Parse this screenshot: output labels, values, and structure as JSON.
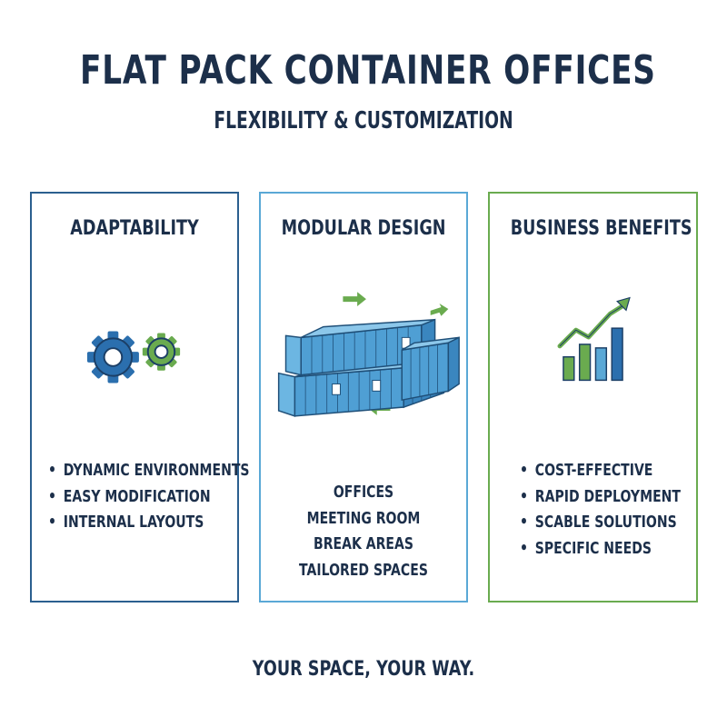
{
  "header": {
    "title": "FLAT PACK CONTAINER OFFICES",
    "subtitle": "FLEXIBILITY & CUSTOMIZATION"
  },
  "panels": [
    {
      "heading": "ADAPTABILITY",
      "icon": "gears-icon",
      "items": [
        "DYNAMIC ENVIRONMENTS",
        "EASY MODIFICATION",
        "INTERNAL LAYOUTS"
      ]
    },
    {
      "heading": "MODULAR DESIGN",
      "icon": "stacked-containers-icon",
      "items": [
        "OFFICES",
        "MEETING ROOM",
        "BREAK AREAS",
        "TAILORED SPACES"
      ]
    },
    {
      "heading": "BUSINESS BENEFITS",
      "icon": "growth-chart-icon",
      "items": [
        "COST-EFFECTIVE",
        "RAPID DEPLOYMENT",
        "SCABLE SOLUTIONS",
        "SPECIFIC NEEDS"
      ]
    }
  ],
  "footer": {
    "tagline": "YOUR SPACE, YOUR WAY."
  },
  "colors": {
    "navy": "#1c2f4a",
    "dark_blue": "#2b5f8f",
    "light_blue": "#5aa8d6",
    "green": "#6aab4f"
  }
}
